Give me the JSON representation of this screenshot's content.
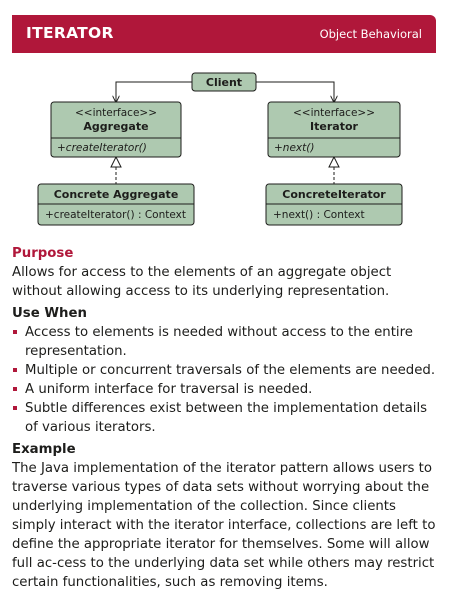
{
  "header": {
    "title": "ITERATOR",
    "category": "Object Behavioral"
  },
  "diagram": {
    "client": {
      "name": "Client"
    },
    "aggregate": {
      "stereotype": "<<interface>>",
      "name": "Aggregate",
      "method": "+createIterator()"
    },
    "iterator": {
      "stereotype": "<<interface>>",
      "name": "Iterator",
      "method": "+next()"
    },
    "concrete_aggregate": {
      "name": "Concrete Aggregate",
      "method": "+createIterator() : Context"
    },
    "concrete_iterator": {
      "name": "ConcreteIterator",
      "method": "+next() : Context"
    },
    "colors": {
      "box_fill": "#aec9b0",
      "box_stroke": "#1d1d1b",
      "header_red": "#b0173a"
    }
  },
  "purpose": {
    "heading": "Purpose",
    "text": "Allows for access to the elements of an aggregate object without allowing access to its underlying representation."
  },
  "use_when": {
    "heading": "Use When",
    "items": [
      "Access to elements is needed without access to the entire representation.",
      "Multiple or concurrent traversals of the elements are needed.",
      "A uniform interface for traversal is needed.",
      "Subtle differences exist between the implementation details of various iterators."
    ]
  },
  "example": {
    "heading": "Example",
    "text": "The Java implementation of the iterator pattern allows users to traverse various types of data sets without worrying about the underlying implementation of the collection. Since clients simply interact with the iterator interface, collections are left to define the appropriate iterator for themselves. Some will allow full ac-cess to the underlying data set while others may restrict certain functionalities, such as removing items."
  }
}
